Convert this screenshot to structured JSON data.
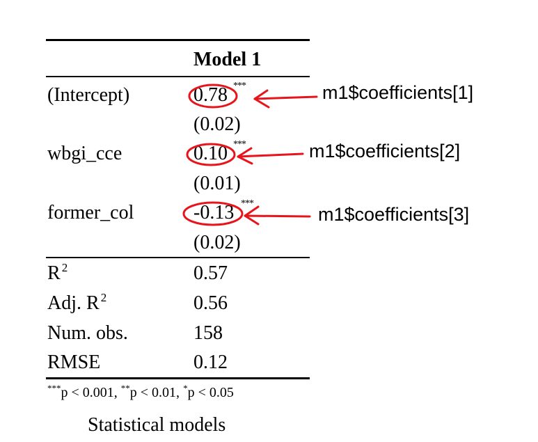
{
  "table": {
    "header": "Model 1",
    "coefficients": [
      {
        "label": "(Intercept)",
        "value": "0.78",
        "se": "(0.02)",
        "stars": "***"
      },
      {
        "label": "wbgi_cce",
        "value": "0.10",
        "se": "(0.01)",
        "stars": "***"
      },
      {
        "label": "former_col",
        "value": "-0.13",
        "se": "(0.02)",
        "stars": "***"
      }
    ],
    "stats": [
      {
        "label_main": "R",
        "label_sup": "2",
        "value": "0.57"
      },
      {
        "label_main": "Adj. R",
        "label_sup": "2",
        "value": "0.56"
      },
      {
        "label_main": "Num. obs.",
        "label_sup": "",
        "value": "158"
      },
      {
        "label_main": "RMSE",
        "label_sup": "",
        "value": "0.12"
      }
    ],
    "footnote": {
      "s1_stars": "***",
      "s1_text": "p < 0.001, ",
      "s2_stars": "**",
      "s2_text": "p < 0.01, ",
      "s3_stars": "*",
      "s3_text": "p < 0.05"
    },
    "caption": "Statistical models"
  },
  "annotations": [
    {
      "text": "m1$coefficients[1]"
    },
    {
      "text": "m1$coefficients[2]"
    },
    {
      "text": "m1$coefficients[3]"
    }
  ],
  "colors": {
    "annotation_red": "#e8141c",
    "rule": "#000000"
  }
}
